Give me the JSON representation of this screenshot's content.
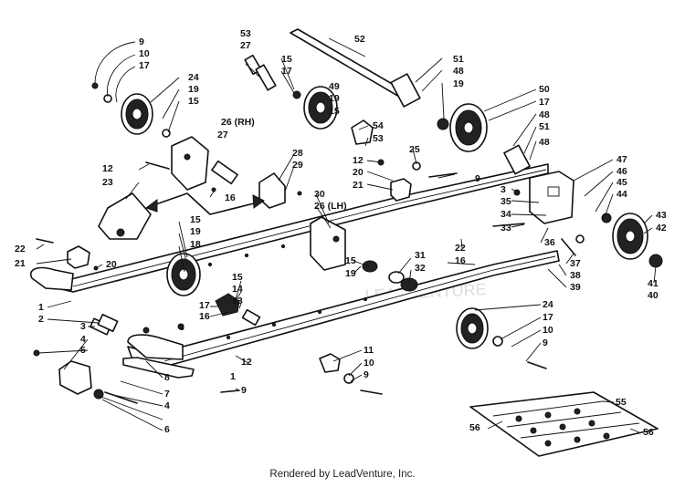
{
  "footer": "Rendered by LeadVenture, Inc.",
  "callouts": [
    "9",
    "10",
    "17",
    "24",
    "19",
    "15",
    "12",
    "23",
    "16",
    "26 (RH)",
    "27",
    "53",
    "27",
    "15",
    "17",
    "49",
    "19",
    "15",
    "52",
    "51",
    "48",
    "19",
    "50",
    "17",
    "48",
    "51",
    "48",
    "54",
    "53",
    "25",
    "12",
    "20",
    "21",
    "28",
    "29",
    "30",
    "26 (LH)",
    "9",
    "3",
    "35",
    "34",
    "33",
    "36",
    "47",
    "46",
    "45",
    "44",
    "43",
    "42",
    "41",
    "40",
    "37",
    "38",
    "39",
    "22",
    "16",
    "31",
    "32",
    "15",
    "19",
    "22",
    "21",
    "20",
    "15",
    "19",
    "18",
    "15",
    "14",
    "13",
    "17",
    "16",
    "3",
    "1",
    "2",
    "3",
    "4",
    "5",
    "8",
    "7",
    "4",
    "6",
    "9",
    "12",
    "1",
    "11",
    "10",
    "9",
    "24",
    "17",
    "10",
    "9",
    "55",
    "56",
    "56"
  ]
}
